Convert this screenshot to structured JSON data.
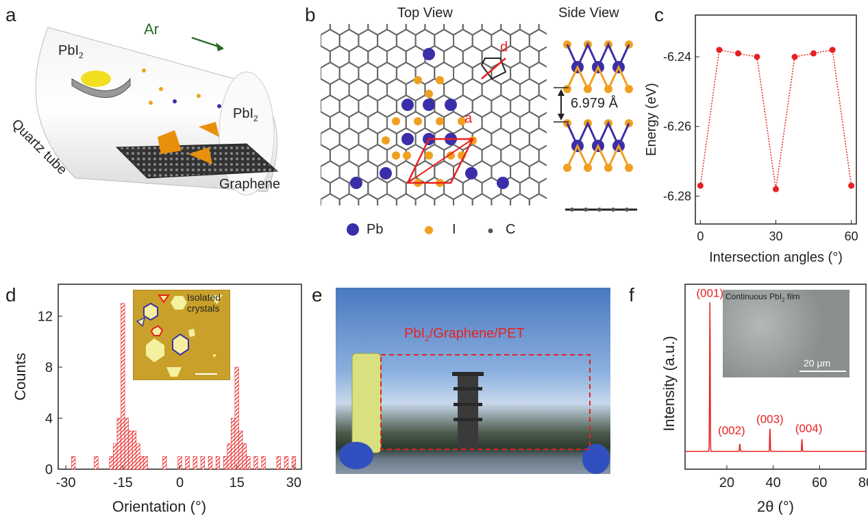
{
  "panels": {
    "a": {
      "letter": "a",
      "pbi2_top": "PbI",
      "pbi2_top_sub": "2",
      "ar": "Ar",
      "pbi2_mid": "PbI",
      "pbi2_mid_sub": "2",
      "quartz": "Quartz tube",
      "graphene": "Graphene"
    },
    "b": {
      "letter": "b",
      "top_view": "Top View",
      "side_view": "Side View",
      "d_label": "d",
      "a_label": "a",
      "spacing": "6.979 Å",
      "legend": [
        "Pb",
        "I",
        "C"
      ],
      "colors": {
        "pb": "#3a2fa8",
        "i": "#f0a020",
        "c": "#555555",
        "arrow": "#e82020"
      }
    },
    "c": {
      "letter": "c"
    },
    "d": {
      "letter": "d",
      "inset_label_1": "Isolated",
      "inset_label_2": "crystals"
    },
    "e": {
      "letter": "e",
      "photo_label": "PbI",
      "photo_label_sub": "2",
      "photo_label_rest": "/Graphene/PET"
    },
    "f": {
      "letter": "f",
      "inset_label": "Continuous PbI",
      "inset_label_sub": "2",
      "inset_label_rest": " film",
      "scalebar": "20 μm"
    }
  },
  "chart_data": [
    {
      "id": "c",
      "type": "scatter",
      "xlabel": "Intersection angles (°)",
      "ylabel": "Energy  (eV)",
      "xticks": [
        "0",
        "30",
        "60"
      ],
      "yticks": [
        "-6.24",
        "-6.26",
        "-6.28"
      ],
      "xlim": [
        -2,
        62
      ],
      "ylim": [
        -6.288,
        -6.228
      ],
      "x": [
        0,
        7.5,
        15,
        22.5,
        30,
        37.5,
        45,
        52.5,
        60
      ],
      "y": [
        -6.277,
        -6.238,
        -6.239,
        -6.24,
        -6.278,
        -6.24,
        -6.239,
        -6.238,
        -6.277
      ],
      "color": "#e82020"
    },
    {
      "id": "d",
      "type": "bar",
      "xlabel": "Orientation (°)",
      "ylabel": "Counts",
      "xticks": [
        "-30",
        "-15",
        "0",
        "15",
        "30"
      ],
      "yticks": [
        "0",
        "4",
        "8",
        "12"
      ],
      "xlim": [
        -32,
        32
      ],
      "ylim": [
        0,
        14.5
      ],
      "bin_width": 1,
      "bins": [
        {
          "x": -28,
          "count": 1
        },
        {
          "x": -22,
          "count": 1
        },
        {
          "x": -18,
          "count": 1
        },
        {
          "x": -17,
          "count": 2
        },
        {
          "x": -16,
          "count": 4
        },
        {
          "x": -15,
          "count": 13
        },
        {
          "x": -14,
          "count": 4
        },
        {
          "x": -13,
          "count": 3
        },
        {
          "x": -12,
          "count": 3
        },
        {
          "x": -11,
          "count": 2
        },
        {
          "x": -10,
          "count": 1
        },
        {
          "x": -9,
          "count": 1
        },
        {
          "x": -4,
          "count": 1
        },
        {
          "x": 0,
          "count": 1
        },
        {
          "x": 2,
          "count": 1
        },
        {
          "x": 4,
          "count": 1
        },
        {
          "x": 6,
          "count": 1
        },
        {
          "x": 8,
          "count": 1
        },
        {
          "x": 10,
          "count": 1
        },
        {
          "x": 12,
          "count": 1
        },
        {
          "x": 13,
          "count": 2
        },
        {
          "x": 14,
          "count": 4
        },
        {
          "x": 15,
          "count": 8
        },
        {
          "x": 16,
          "count": 3
        },
        {
          "x": 17,
          "count": 2
        },
        {
          "x": 18,
          "count": 1
        },
        {
          "x": 20,
          "count": 1
        },
        {
          "x": 22,
          "count": 1
        },
        {
          "x": 26,
          "count": 1
        },
        {
          "x": 28,
          "count": 1
        },
        {
          "x": 30,
          "count": 1
        }
      ],
      "color": "#e82020"
    },
    {
      "id": "f",
      "type": "line",
      "xlabel": "2θ  (°)",
      "ylabel": "Intensity (a.u.)",
      "xticks": [
        "20",
        "40",
        "60",
        "80"
      ],
      "xlim": [
        2,
        80
      ],
      "peaks": [
        {
          "x": 12.7,
          "height": 0.98,
          "label": "(001)"
        },
        {
          "x": 25.6,
          "height": 0.05,
          "label": "(002)"
        },
        {
          "x": 38.6,
          "height": 0.15,
          "label": "(003)"
        },
        {
          "x": 52.4,
          "height": 0.08,
          "label": "(004)"
        }
      ],
      "color": "#e82020"
    }
  ]
}
